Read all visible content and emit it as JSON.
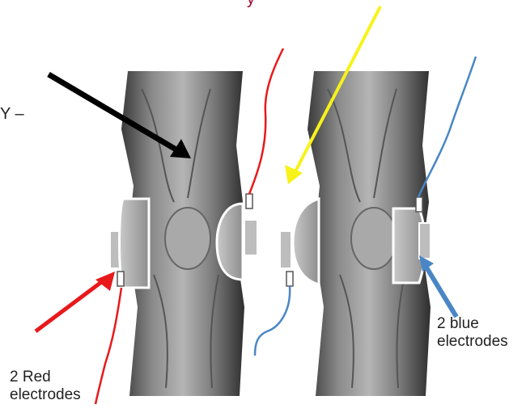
{
  "diagram": {
    "top_text_fragment": "y",
    "left_text_fragment": "Y –",
    "labels": {
      "red": [
        "2 Red",
        "electrodes"
      ],
      "blue": [
        "2 blue",
        "electrodes"
      ]
    },
    "colors": {
      "red": "#e8191a",
      "blue": "#4a86c5",
      "yellow": "#f7f21a",
      "black": "#000000"
    }
  }
}
